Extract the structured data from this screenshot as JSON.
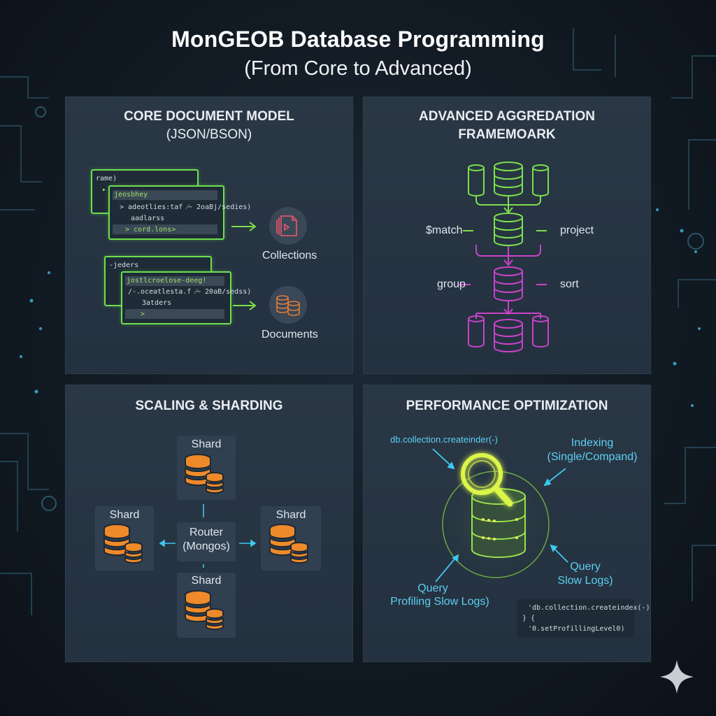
{
  "header": {
    "title": "MonGEOB Database Programming",
    "subtitle": "(From Core to Advanced)"
  },
  "panels": {
    "core": {
      "title": "CORE DOCUMENT MODEL",
      "subtitle": "(JSON/BSON)",
      "doc1": {
        "outer_label": "rame)",
        "inner_header": "jeosbhey",
        "line1": "> adeotlies:taf ⁄~ 2oaBj/sedies)",
        "line2": "aadlarss",
        "line3": "> cord.lons>"
      },
      "doc2": {
        "outer_label": "-jeders",
        "inner_header": "jostlcroelose-deeg!",
        "line1": "/-.oceatlesta.f ⁄~ 20aB/sedss)",
        "line2": "3atders",
        "line3": ">"
      },
      "collections_label": "Collections",
      "documents_label": "Documents"
    },
    "aggregation": {
      "title": "ADVANCED AGGREDATION",
      "subtitle": "FRAMEMOARK",
      "match_label": "$match",
      "project_label": "project",
      "group_label": "group",
      "sort_label": "sort"
    },
    "sharding": {
      "title": "SCALING & SHARDING",
      "shard_top": "Shard",
      "shard_left": "Shard",
      "shard_right": "Shard",
      "shard_bottom": "Shard",
      "router_line1": "Router",
      "router_line2": "(Mongos)"
    },
    "performance": {
      "title": "PERFORMANCE OPTIMIZATION",
      "create_index_call": "db.collection.createinder(-)",
      "indexing_line1": "Indexing",
      "indexing_line2": "(Single/Compand)",
      "query_right_line1": "Query",
      "query_right_line2": "Slow Logs)",
      "query_left_line1": "Query",
      "query_left_line2": "Profiling Slow Logs)",
      "snippet_line1": "'db.collection.createindex(-)",
      "snippet_line2": "} {",
      "snippet_line3": "'0.setProfillingLevel0)"
    }
  },
  "colors": {
    "green": "#7be04a",
    "magenta": "#c843c8",
    "orange": "#ef8a2a",
    "cyan": "#3ec8f0",
    "lime": "#d8f24a"
  }
}
